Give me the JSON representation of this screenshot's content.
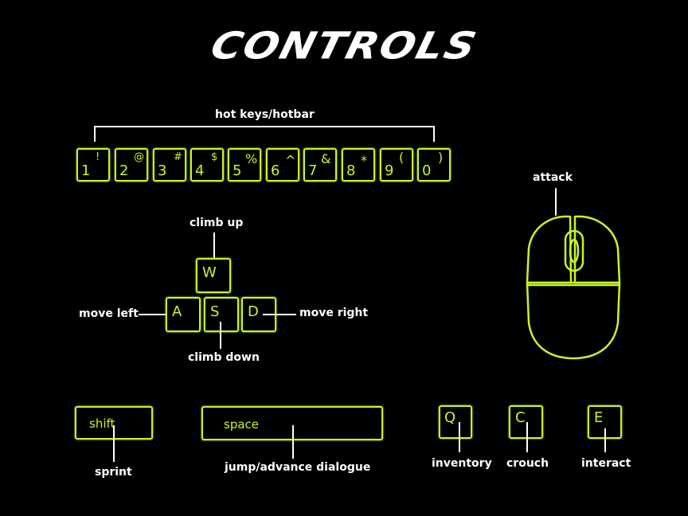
{
  "title": "CONTROLS",
  "accent_color": "#c8f526",
  "hotbar": {
    "label": "hot keys/hotbar",
    "keys": [
      {
        "main": "1",
        "sec": "!"
      },
      {
        "main": "2",
        "sec": "@"
      },
      {
        "main": "3",
        "sec": "#"
      },
      {
        "main": "4",
        "sec": "$"
      },
      {
        "main": "5",
        "sec": "%"
      },
      {
        "main": "6",
        "sec": "^"
      },
      {
        "main": "7",
        "sec": "&"
      },
      {
        "main": "8",
        "sec": "*"
      },
      {
        "main": "9",
        "sec": "("
      },
      {
        "main": "0",
        "sec": ")"
      }
    ]
  },
  "movement": {
    "w": {
      "key": "W",
      "label": "climb up"
    },
    "a": {
      "key": "A",
      "label": "move left"
    },
    "s": {
      "key": "S",
      "label": "climb down"
    },
    "d": {
      "key": "D",
      "label": "move right"
    }
  },
  "mouse": {
    "label": "attack"
  },
  "bottom": {
    "shift": {
      "key": "shift",
      "label": "sprint"
    },
    "space": {
      "key": "space",
      "label": "jump/advance dialogue"
    },
    "q": {
      "key": "Q",
      "label": "inventory"
    },
    "c": {
      "key": "C",
      "label": "crouch"
    },
    "e": {
      "key": "E",
      "label": "interact"
    }
  }
}
